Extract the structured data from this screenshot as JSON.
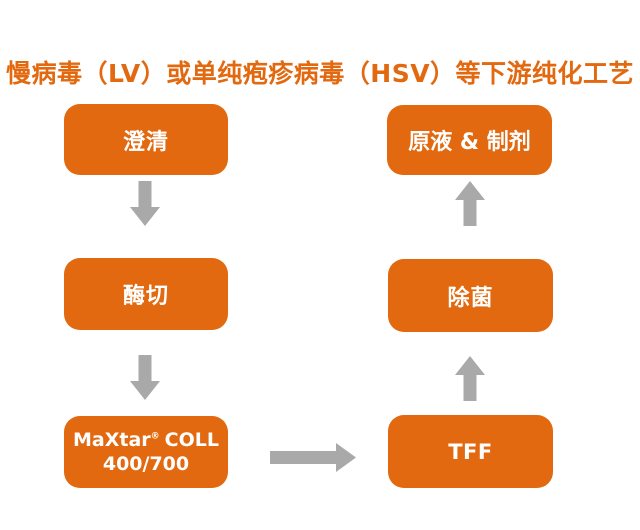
{
  "title": {
    "text": "慢病毒（LV）或单纯疱疹病毒（HSV）等下游纯化工艺"
  },
  "colors": {
    "accent_orange": "#E2690F",
    "node_text": "#FFFFFF",
    "arrow_gray": "#A9A9A9",
    "background": "#FFFFFF"
  },
  "nodes": {
    "clarification": {
      "label": "澄清"
    },
    "enzyme_digestion": {
      "label": "酶切"
    },
    "maxtar_coll": {
      "brand": "MaXtar",
      "trademark": "®",
      "brand_suffix": "COLL",
      "line2": "400/700"
    },
    "tff": {
      "label": "TFF"
    },
    "sterile_filtration": {
      "label": "除菌"
    },
    "bulk_and_formulation": {
      "label": "原液 & 制剂"
    }
  },
  "arrows": [
    {
      "from": "clarification",
      "to": "enzyme_digestion",
      "direction": "down"
    },
    {
      "from": "enzyme_digestion",
      "to": "maxtar_coll",
      "direction": "down"
    },
    {
      "from": "maxtar_coll",
      "to": "tff",
      "direction": "right"
    },
    {
      "from": "tff",
      "to": "sterile_filtration",
      "direction": "up"
    },
    {
      "from": "sterile_filtration",
      "to": "bulk_and_formulation",
      "direction": "up"
    }
  ]
}
